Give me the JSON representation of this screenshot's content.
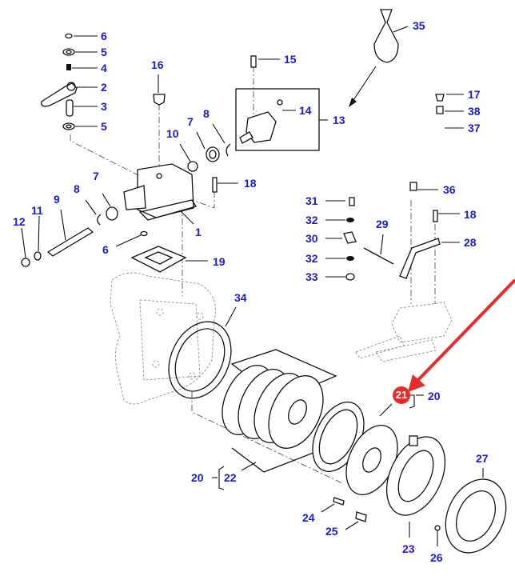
{
  "diagram": {
    "title": "Exploded parts diagram — clutch / brake assembly",
    "accent_color": "#e82b2b",
    "label_color": "#1a1adb",
    "highlighted_callout": "21",
    "callouts": [
      {
        "id": "c6a",
        "text": "6"
      },
      {
        "id": "c5a",
        "text": "5"
      },
      {
        "id": "c4",
        "text": "4"
      },
      {
        "id": "c2",
        "text": "2"
      },
      {
        "id": "c3",
        "text": "3"
      },
      {
        "id": "c5b",
        "text": "5"
      },
      {
        "id": "c16",
        "text": "16"
      },
      {
        "id": "c15",
        "text": "15"
      },
      {
        "id": "c14",
        "text": "14"
      },
      {
        "id": "c13",
        "text": "13"
      },
      {
        "id": "c35",
        "text": "35"
      },
      {
        "id": "c17",
        "text": "17"
      },
      {
        "id": "c38",
        "text": "38"
      },
      {
        "id": "c37",
        "text": "37"
      },
      {
        "id": "c10",
        "text": "10"
      },
      {
        "id": "c7a",
        "text": "7"
      },
      {
        "id": "c8a",
        "text": "8"
      },
      {
        "id": "c7b",
        "text": "7"
      },
      {
        "id": "c8b",
        "text": "8"
      },
      {
        "id": "c9",
        "text": "9"
      },
      {
        "id": "c11",
        "text": "11"
      },
      {
        "id": "c12",
        "text": "12"
      },
      {
        "id": "c18a",
        "text": "18"
      },
      {
        "id": "c1",
        "text": "1"
      },
      {
        "id": "c6b",
        "text": "6"
      },
      {
        "id": "c19",
        "text": "19"
      },
      {
        "id": "c36",
        "text": "36"
      },
      {
        "id": "c31",
        "text": "31"
      },
      {
        "id": "c32a",
        "text": "32"
      },
      {
        "id": "c29",
        "text": "29"
      },
      {
        "id": "c18b",
        "text": "18"
      },
      {
        "id": "c30",
        "text": "30"
      },
      {
        "id": "c28",
        "text": "28"
      },
      {
        "id": "c32b",
        "text": "32"
      },
      {
        "id": "c33",
        "text": "33"
      },
      {
        "id": "c34",
        "text": "34"
      },
      {
        "id": "c20a",
        "text": "20"
      },
      {
        "id": "c20b",
        "text": "20"
      },
      {
        "id": "c22",
        "text": "22"
      },
      {
        "id": "c27",
        "text": "27"
      },
      {
        "id": "c24",
        "text": "24"
      },
      {
        "id": "c25",
        "text": "25"
      },
      {
        "id": "c23",
        "text": "23"
      },
      {
        "id": "c26",
        "text": "26"
      }
    ],
    "badge": {
      "text": "21"
    }
  }
}
